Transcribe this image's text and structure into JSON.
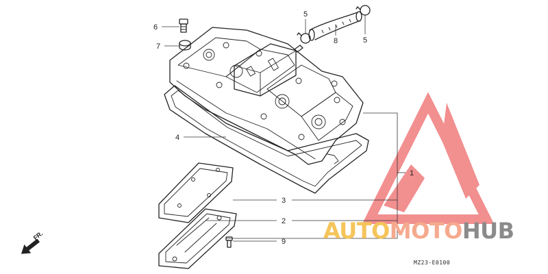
{
  "diagram": {
    "callouts": {
      "c1": "1",
      "c2": "2",
      "c3": "3",
      "c4": "4",
      "c5a": "5",
      "c5b": "5",
      "c6": "6",
      "c7": "7",
      "c8": "8",
      "c9": "9"
    },
    "direction_label": "FR.",
    "figure_code": "MZ23-E0100"
  },
  "watermark": {
    "brand_part1": "AUTO",
    "brand_part2": "MOTO",
    "brand_part3": "HUB",
    "colors": {
      "triangle": "#f07c7c",
      "auto": "#f5c45a",
      "moto": "#f5a98e",
      "hub": "#8b8b8b"
    }
  }
}
